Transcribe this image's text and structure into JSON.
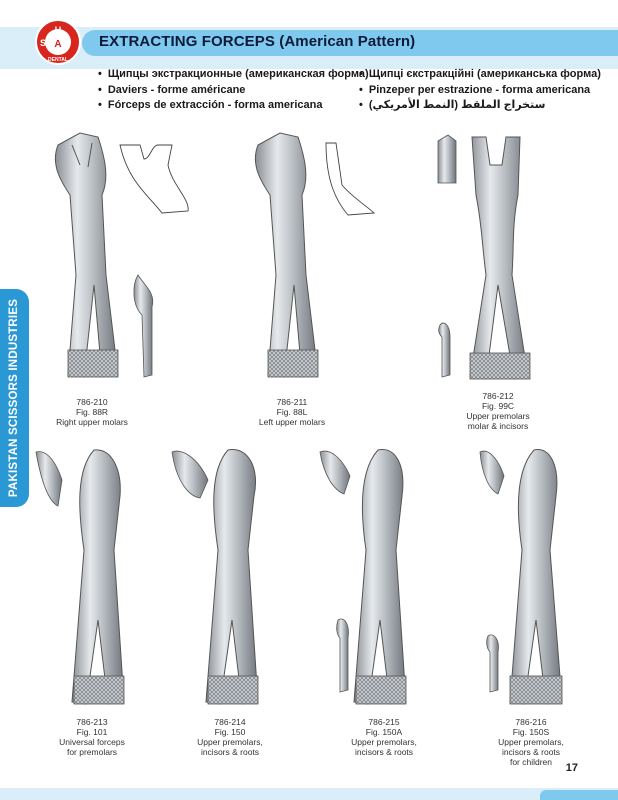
{
  "brand": {
    "logo_top": "USA",
    "logo_bottom": "DENTAL",
    "side_tab": "PAKISTAN SCISSORS INDUSTRIES",
    "colors": {
      "accent": "#2a98d4",
      "pill": "#7fc9ee",
      "band": "#d9eef8",
      "logo_red": "#d7261e"
    }
  },
  "header": {
    "title": "EXTRACTING FORCEPS (American Pattern)"
  },
  "bullets_left": [
    "Щипцы экстракционные (американская форма)",
    "Daviers - forme américane",
    "Fórceps de extracción - forma americana"
  ],
  "bullets_right": [
    "Щипці єкстракційні (американська форма)",
    "Pinzeper per estrazione - forma americana",
    "ستخراج الملقط (النمط الأمريكي)"
  ],
  "products": [
    {
      "code": "786-210",
      "fig": "Fig. 88R",
      "desc": [
        "Right upper molars"
      ]
    },
    {
      "code": "786-211",
      "fig": "Fig. 88L",
      "desc": [
        "Left upper molars"
      ]
    },
    {
      "code": "786-212",
      "fig": "Fig. 99C",
      "desc": [
        "Upper premolars",
        "molar & incisors"
      ]
    },
    {
      "code": "786-213",
      "fig": "Fig. 101",
      "desc": [
        "Universal forceps",
        "for premolars"
      ]
    },
    {
      "code": "786-214",
      "fig": "Fig. 150",
      "desc": [
        "Upper premolars,",
        "incisors & roots"
      ]
    },
    {
      "code": "786-215",
      "fig": "Fig. 150A",
      "desc": [
        "Upper premolars,",
        "incisors & roots"
      ]
    },
    {
      "code": "786-216",
      "fig": "Fig. 150S",
      "desc": [
        "Upper premolars,",
        "incisors & roots",
        "for children"
      ]
    }
  ],
  "page_number": "17"
}
